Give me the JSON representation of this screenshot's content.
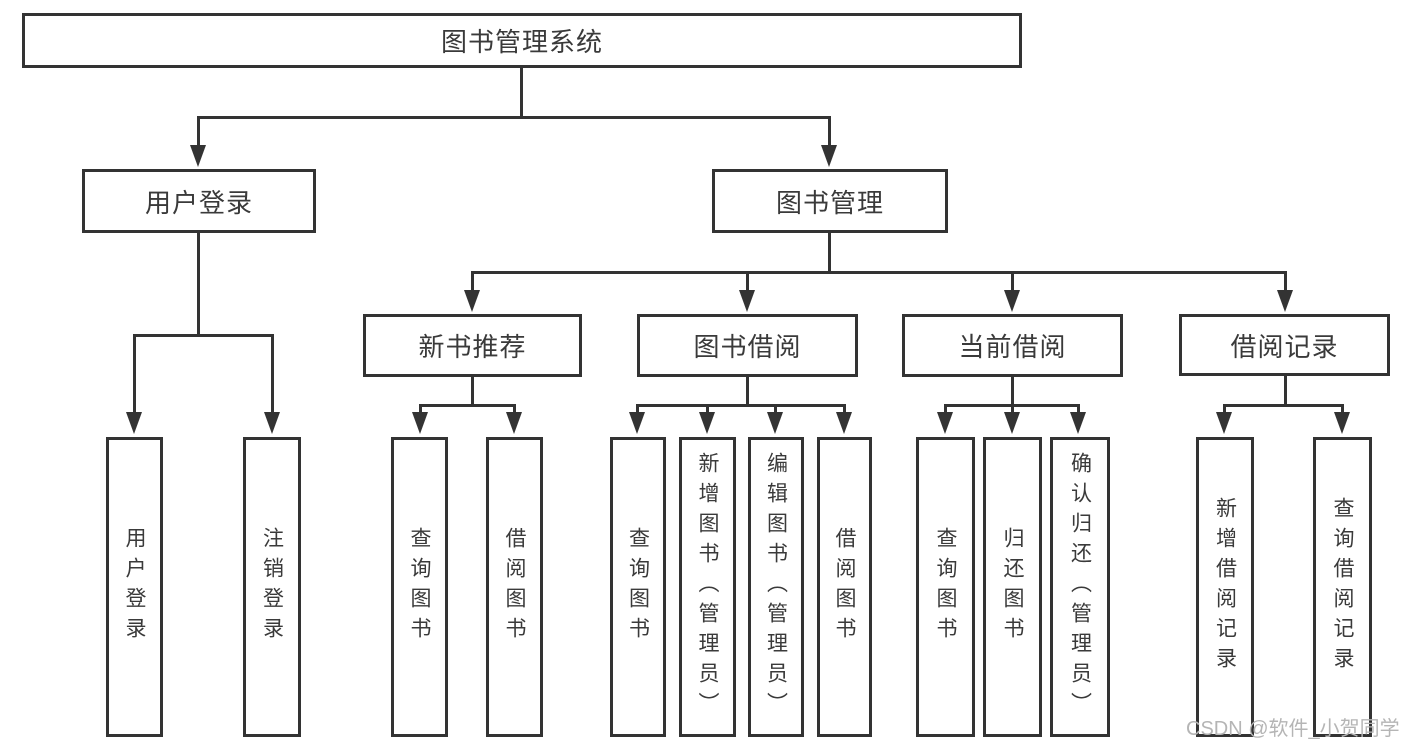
{
  "tree": {
    "label": "图书管理系统",
    "children": [
      {
        "label": "用户登录",
        "children": [
          {
            "label": "用户登录"
          },
          {
            "label": "注销登录"
          }
        ]
      },
      {
        "label": "图书管理",
        "children": [
          {
            "label": "新书推荐",
            "children": [
              {
                "label": "查询图书"
              },
              {
                "label": "借阅图书"
              }
            ]
          },
          {
            "label": "图书借阅",
            "children": [
              {
                "label": "查询图书"
              },
              {
                "label": "新增图书（管理员）"
              },
              {
                "label": "编辑图书（管理员）"
              },
              {
                "label": "借阅图书"
              }
            ]
          },
          {
            "label": "当前借阅",
            "children": [
              {
                "label": "查询图书"
              },
              {
                "label": "归还图书"
              },
              {
                "label": "确认归还（管理员）"
              }
            ]
          },
          {
            "label": "借阅记录",
            "children": [
              {
                "label": "新增借阅记录"
              },
              {
                "label": "查询借阅记录"
              }
            ]
          }
        ]
      }
    ]
  },
  "watermark": {
    "text": "CSDN @软件_小贺同学"
  },
  "colors": {
    "line": "#333333",
    "text": "#3a3a3a",
    "watermark": "#b5b5b5",
    "background": "#ffffff"
  }
}
